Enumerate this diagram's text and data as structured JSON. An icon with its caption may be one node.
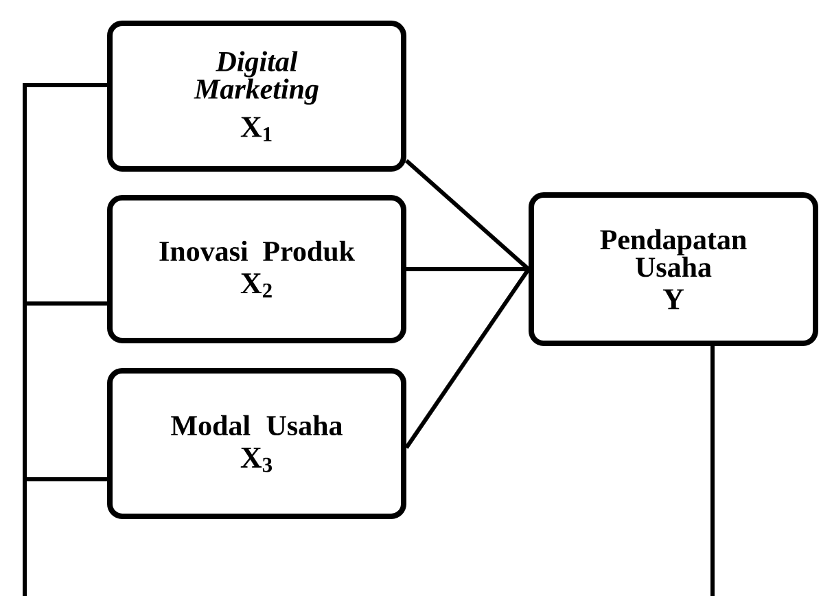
{
  "diagram": {
    "nodes": [
      {
        "text": [
          "Digital Marketing",
          "X$_{1}$"
        ]
      },
      {
        "text": [
          "Inovasi Produk",
          "X$_{2}$"
        ]
      },
      {
        "text": [
          "Modal Usaha",
          "X$_{3}$"
        ]
      },
      {
        "text": [
          "Pendapatan Usaha",
          "Y"
        ]
      }
    ],
    "edges": [
      {
        "from": 0,
        "to": 3,
        "arrow": "none"
      },
      {
        "from": 1,
        "to": 3,
        "arrow": "none"
      },
      {
        "from": 2,
        "to": 3,
        "arrow": "none"
      },
      {
        "from": 0,
        "to": null,
        "arrow": "none"
      },
      {
        "from": 1,
        "to": null,
        "arrow": "none"
      },
      {
        "from": 2,
        "to": null,
        "arrow": "none"
      },
      {
        "from": 3,
        "to": null,
        "arrow": "none"
      }
    ]
  }
}
